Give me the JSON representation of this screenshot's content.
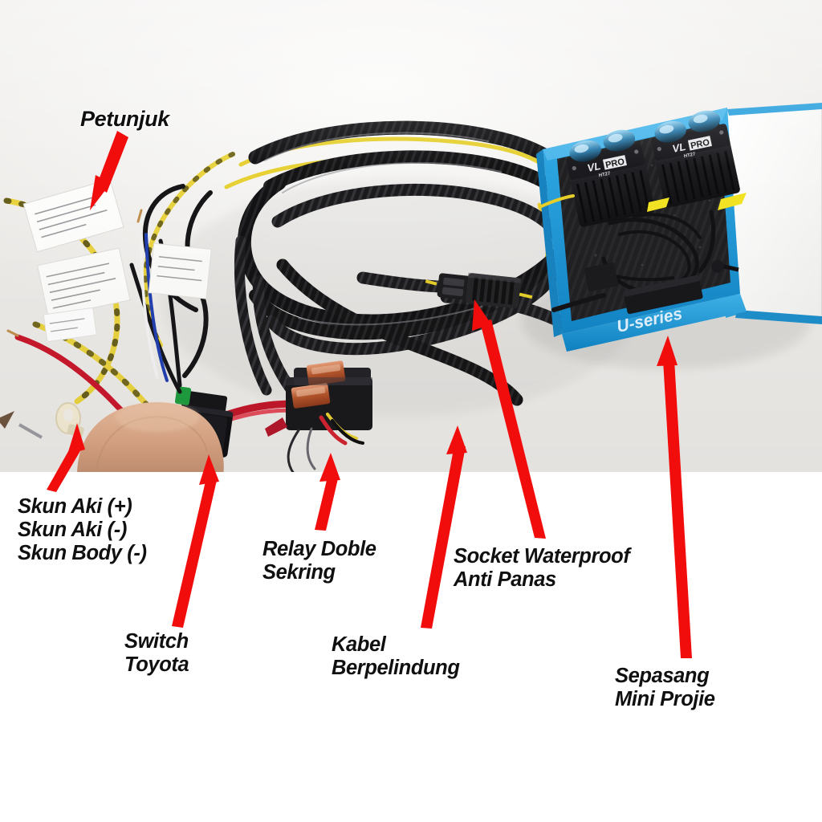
{
  "image": {
    "kind": "annotated-product-photo",
    "subject": "Wiring harness kit with mini projector headlights",
    "background_color": "#f3f2f0",
    "white_band_color": "#ffffff",
    "arrow_color": "#f20d0d",
    "label_text_color": "#101010",
    "label_outline_color": "#ffffff"
  },
  "labels": [
    {
      "id": "petunjuk",
      "text": "Petunjuk",
      "arrow": "down-left"
    },
    {
      "id": "skun",
      "text": "Skun Aki (+)\nSkun Aki (-)\nSkun Body (-)",
      "arrow": "up"
    },
    {
      "id": "switch",
      "text": "Switch\nToyota",
      "arrow": "up"
    },
    {
      "id": "relay",
      "text": "Relay Doble\nSekring",
      "arrow": "up"
    },
    {
      "id": "kabel",
      "text": "Kabel\nBerpelindung",
      "arrow": "up"
    },
    {
      "id": "socket",
      "text": "Socket Waterproof\nAnti Panas",
      "arrow": "up"
    },
    {
      "id": "sepasang",
      "text": "Sepasang\nMini Projie",
      "arrow": "up"
    }
  ],
  "product_box": {
    "brand_text": "U-series",
    "box_color": "#26a0de",
    "lid_color": "#ffffff",
    "foam_color": "#2a2a2a"
  },
  "projectors": [
    {
      "brand": "VL PRO",
      "model": "HT27"
    },
    {
      "brand": "VL PRO",
      "model": "HT27"
    }
  ],
  "components": {
    "relay_box": "Relay Doble Sekring",
    "switch": "Switch Toyota",
    "connector": "Socket Waterproof Anti Panas",
    "sheathed_cable": "Kabel Berpelindung",
    "terminals": [
      "Skun Aki (+)",
      "Skun Aki (-)",
      "Skun Body (-)"
    ],
    "instruction_notes": "Petunjuk"
  }
}
